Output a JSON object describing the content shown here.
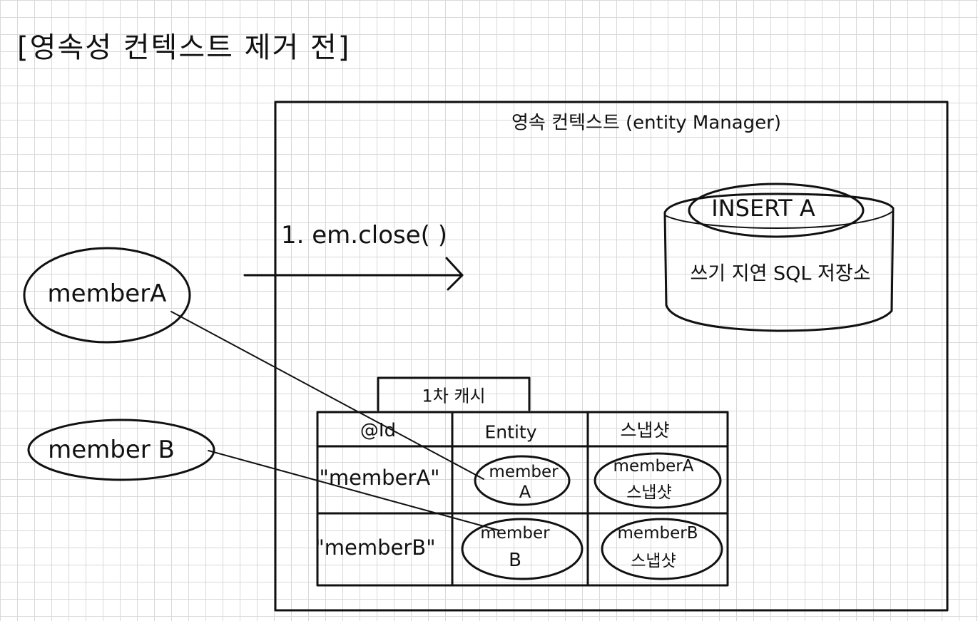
{
  "diagram": {
    "page_title": "[영속성 컨텍스트 제거 전]",
    "context_title": "영속 컨텍스트 (entity Manager)",
    "close_call": "1. em.close( )",
    "sql_store": {
      "insert_label": "INSERT A",
      "store_label": "쓰기 지연 SQL 저장소"
    },
    "outside_objects": {
      "member_a": "memberA",
      "member_b": "member B"
    },
    "cache": {
      "title": "1차 캐시",
      "headers": [
        "@Id",
        "Entity",
        "스냅샷"
      ],
      "rows": [
        {
          "id": "\"memberA\"",
          "entity_line1": "member",
          "entity_line2": "A",
          "snapshot_line1": "memberA",
          "snapshot_line2": "스냅샷"
        },
        {
          "id": "\"memberB\"",
          "entity_line1": "member",
          "entity_line2": "B",
          "snapshot_line1": "memberB",
          "snapshot_line2": "스냅샷"
        }
      ]
    }
  }
}
